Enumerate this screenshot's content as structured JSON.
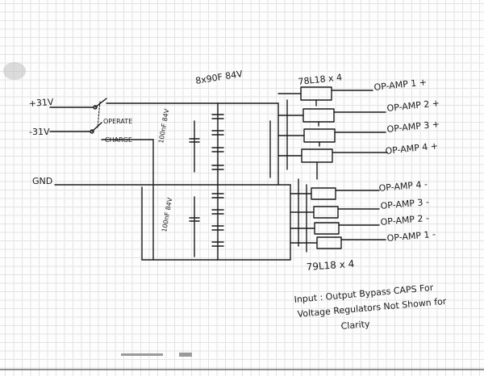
{
  "labels": {
    "caps_top": "8x90F 84V",
    "plus_rail": "+31V",
    "minus_rail": "-31V",
    "ground": "GND",
    "operate": "OPERATE",
    "charge": "CHARGE",
    "cap_upper": "100nF 84V",
    "cap_lower": "100nF 84V",
    "reg_positive": "78L18 x 4",
    "reg_negative": "79L18 x 4"
  },
  "outputs_positive": [
    "OP-AMP 1 +",
    "OP-AMP 2 +",
    "OP-AMP 3 +",
    "OP-AMP 4 +"
  ],
  "outputs_negative": [
    "OP-AMP 4 -",
    "OP-AMP 3 -",
    "OP-AMP 2 -",
    "OP-AMP 1 -"
  ],
  "note": {
    "line1": "Input : Output Bypass CAPS For",
    "line2": "Voltage Regulators Not Shown for",
    "line3": "Clarity"
  },
  "colors": {
    "ink": "#1a1a1a",
    "grid": "#e3e3e3",
    "paper": "#fdfdfd"
  }
}
